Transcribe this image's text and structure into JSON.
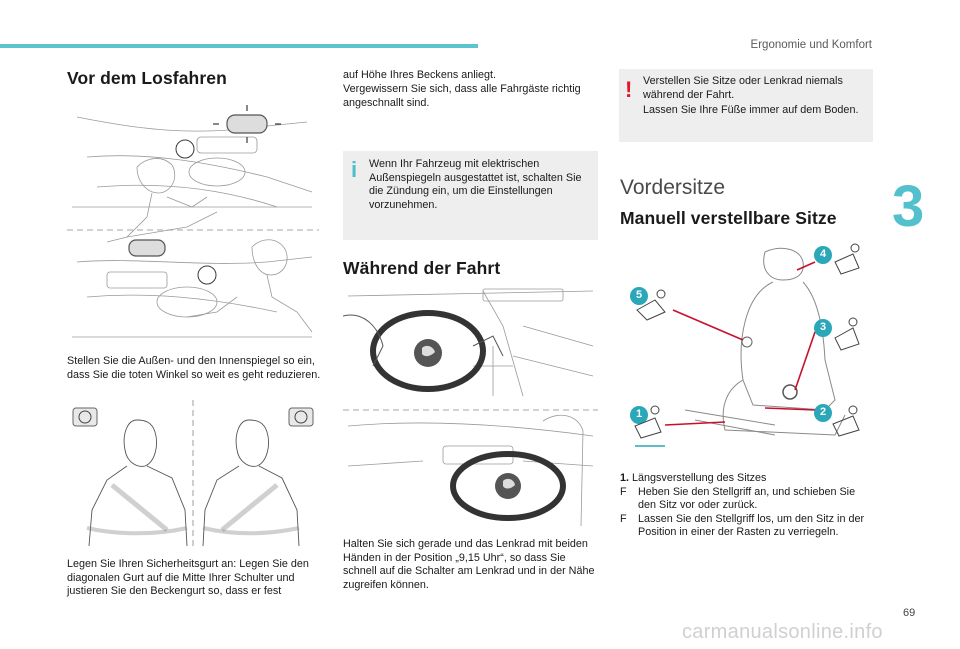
{
  "header": {
    "section": "Ergonomie und Komfort",
    "chapter": "3",
    "page": "69"
  },
  "col1": {
    "title": "Vor dem Losfahren",
    "mirrors_text": "Stellen Sie die Außen- und den Innenspiegel so ein, dass Sie die toten Winkel so weit es geht reduzieren.",
    "belt_text": "Legen Sie Ihren Sicherheitsgurt an: Legen Sie den diagonalen Gurt auf die Mitte Ihrer Schulter und justieren Sie den Beckengurt so, dass er fest"
  },
  "col2": {
    "cont_text_1": "auf Höhe Ihres Beckens anliegt.",
    "cont_text_2": "Vergewissern Sie sich, dass alle Fahrgäste richtig angeschnallt sind.",
    "info_icon": "i",
    "info_text": "Wenn Ihr Fahrzeug mit elektrischen Außenspiegeln ausgestattet ist, schalten Sie die Zündung ein, um die Einstellungen vorzunehmen.",
    "title": "Während der Fahrt",
    "drive_text": "Halten Sie sich gerade und das Lenkrad mit beiden Händen in der Position „9,15 Uhr“, so dass Sie schnell auf die Schalter am Lenkrad und in der Nähe zugreifen können."
  },
  "col3": {
    "warn_icon": "!",
    "warn_text_1": "Verstellen Sie Sitze oder Lenkrad niemals während der Fahrt.",
    "warn_text_2": "Lassen Sie Ihre Füße immer auf dem Boden.",
    "section_title": "Vordersitze",
    "title": "Manuell verstellbare Sitze",
    "callouts": [
      "1",
      "2",
      "3",
      "4",
      "5"
    ],
    "item1_num": "1.",
    "item1_title": "Längsverstellung des Sitzes",
    "bullet_char": "F",
    "item1_b1": "Heben Sie den Stellgriff an, und schieben Sie den Sitz vor oder zurück.",
    "item1_b2": "Lassen Sie den Stellgriff los, um den Sitz in der Position in einer der Rasten zu verriegeln."
  },
  "footer": {
    "watermark": "carmanualsonline.info"
  },
  "colors": {
    "accent": "#52c1cd",
    "warning": "#e0162b",
    "panel": "#eeeeee"
  }
}
